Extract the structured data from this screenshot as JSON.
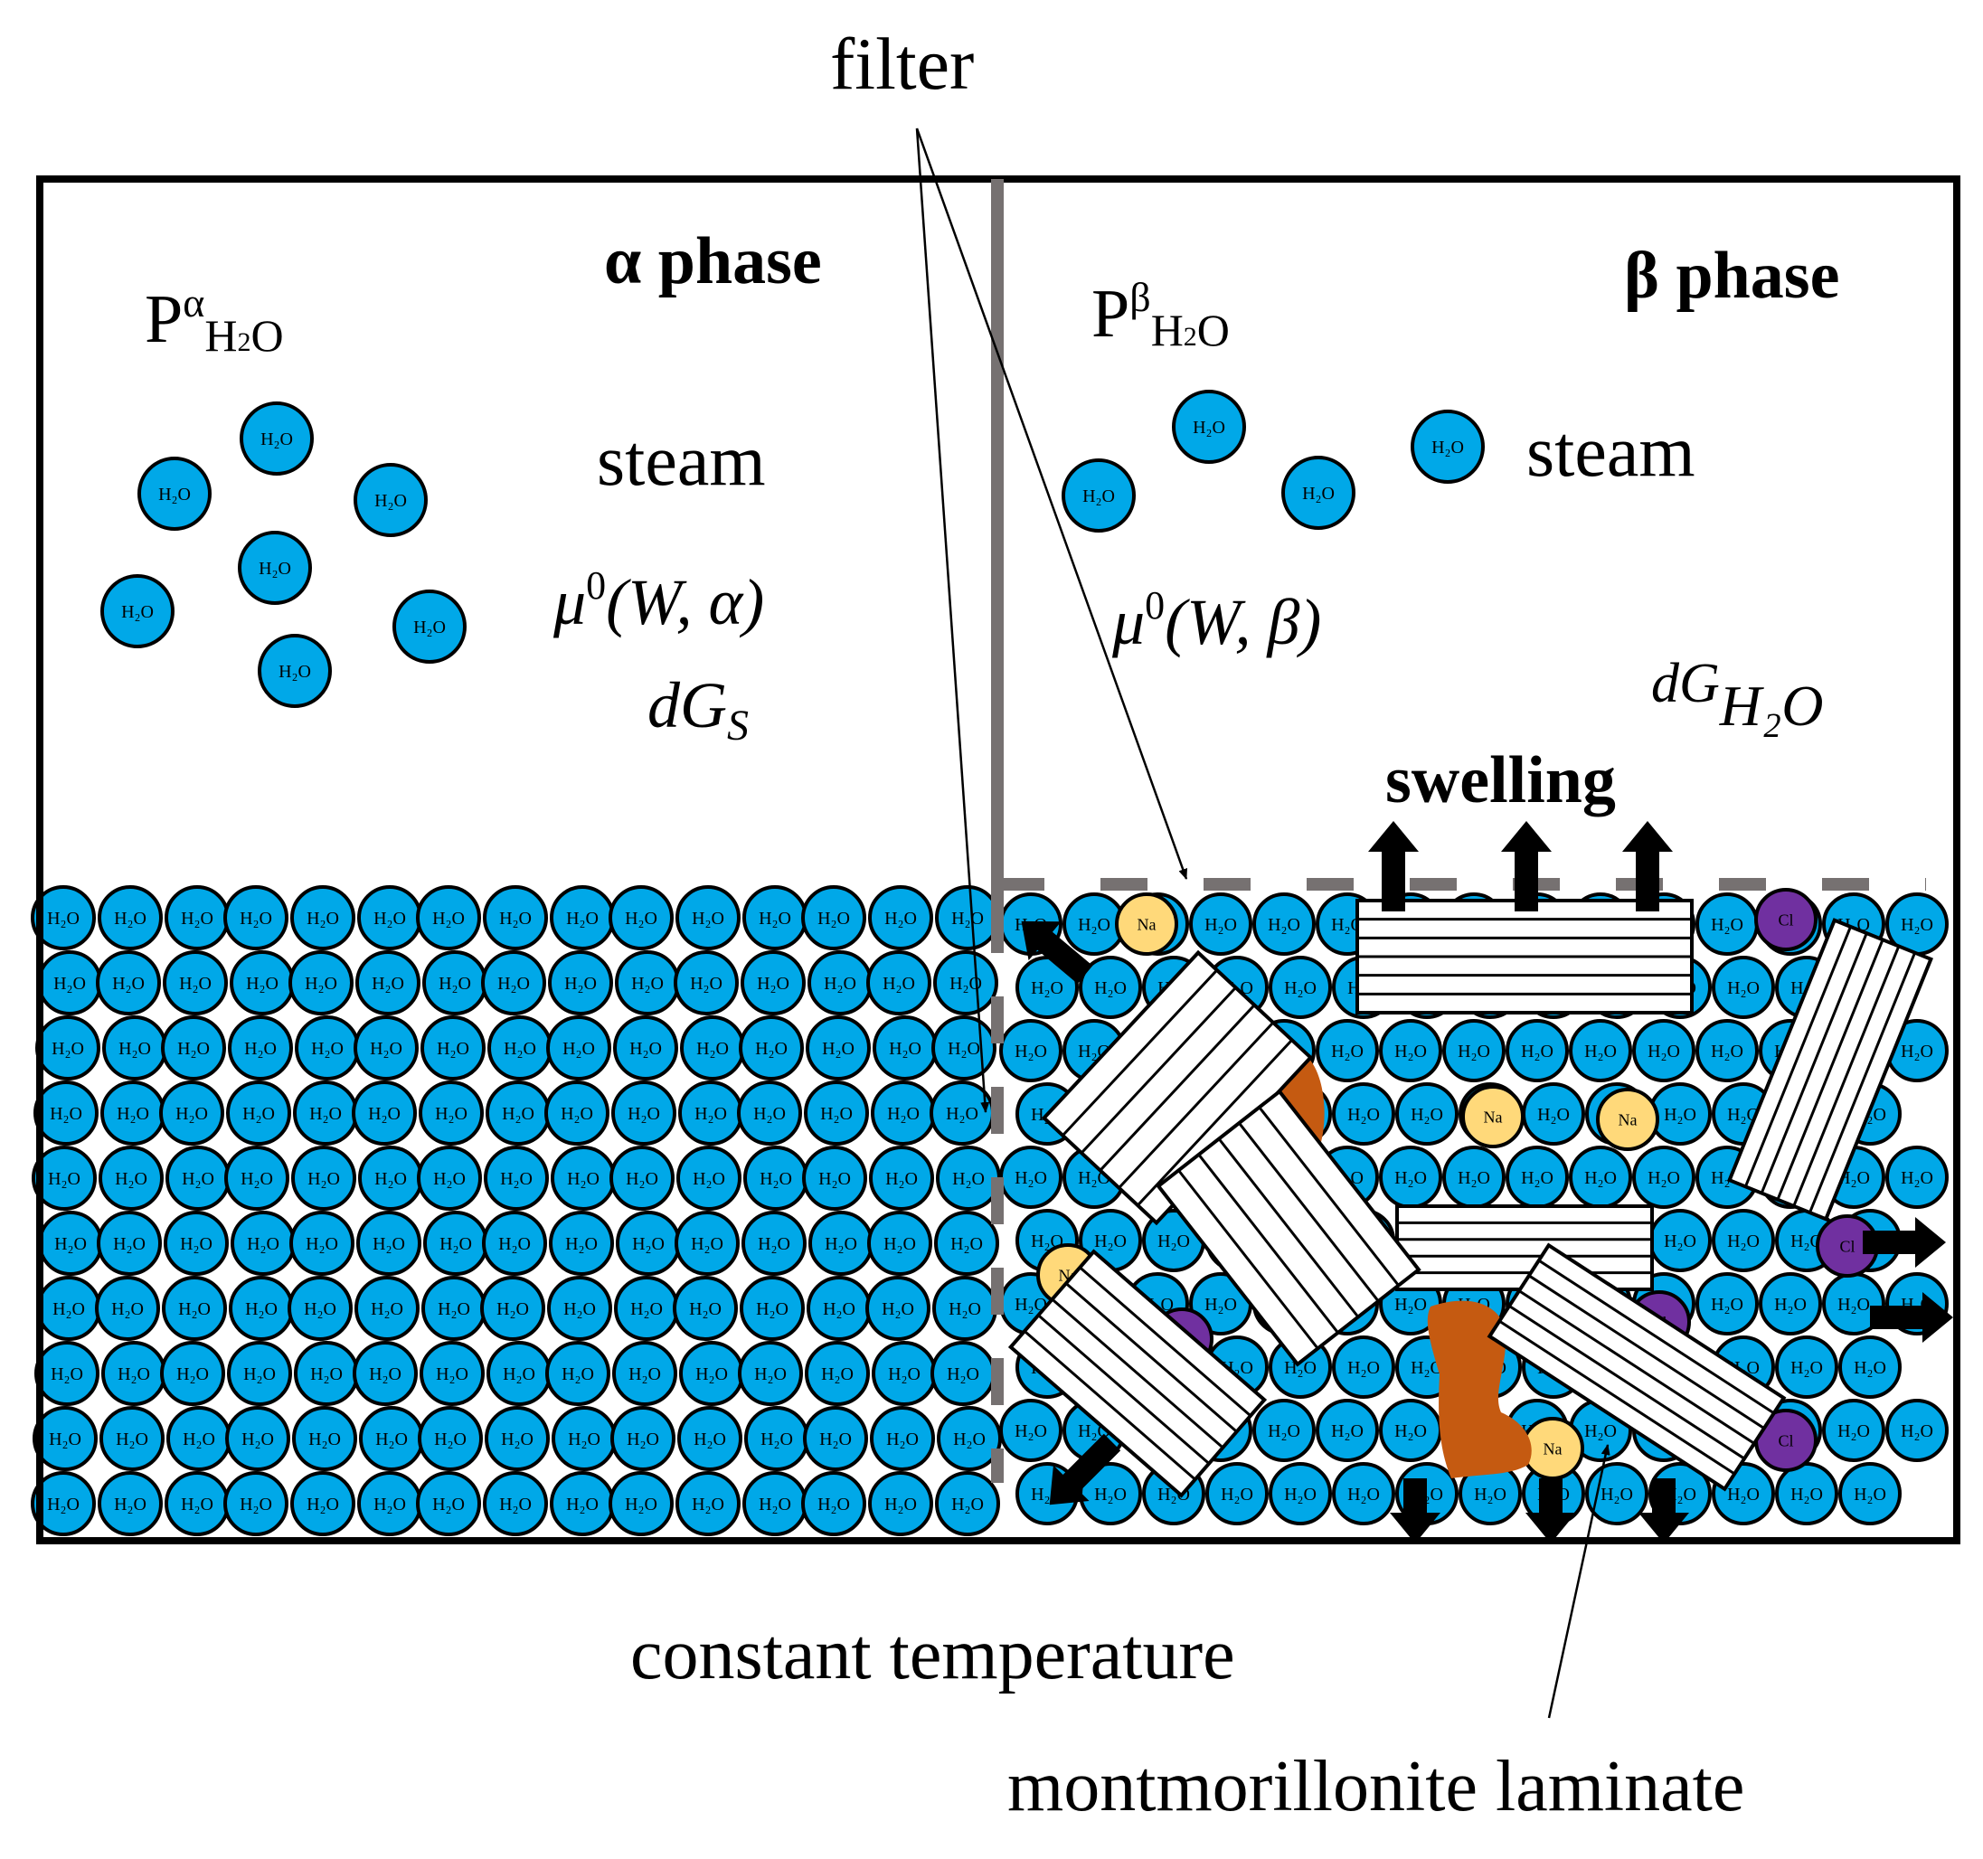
{
  "labels": {
    "filter": "filter",
    "alpha_phase": "α phase",
    "beta_phase": "β phase",
    "steam_alpha": "steam",
    "steam_beta": "steam",
    "swelling": "swelling",
    "constant_temperature": "constant temperature",
    "montmorillonite_laminate": "montmorillonite laminate"
  },
  "pressure_alpha": {
    "base": "P",
    "sup": "α",
    "sub_pre": "H",
    "sub_num": "2",
    "sub_post": "O"
  },
  "pressure_beta": {
    "base": "P",
    "sup": "β",
    "sub_pre": "H",
    "sub_num": "2",
    "sub_post": "O"
  },
  "chem_potential_alpha": {
    "mu": "μ",
    "sup": "0",
    "args": "(W, α)"
  },
  "chem_potential_beta": {
    "mu": "μ",
    "sup": "0",
    "args": "(W, β)"
  },
  "gibbs_alpha": {
    "d": "dG",
    "sub": "S"
  },
  "gibbs_beta": {
    "d": "dG",
    "sub": "H₂O"
  },
  "molecules": {
    "water": "H₂O",
    "sodium": "Na",
    "chloride": "Cl"
  },
  "colors": {
    "water": "#00a8e8",
    "sodium": "#ffd97a",
    "chloride": "#7030a0",
    "clay_particle": "#c55a11",
    "filter": "#767171",
    "frame": "#000000",
    "laminate_fill": "#ffffff"
  }
}
